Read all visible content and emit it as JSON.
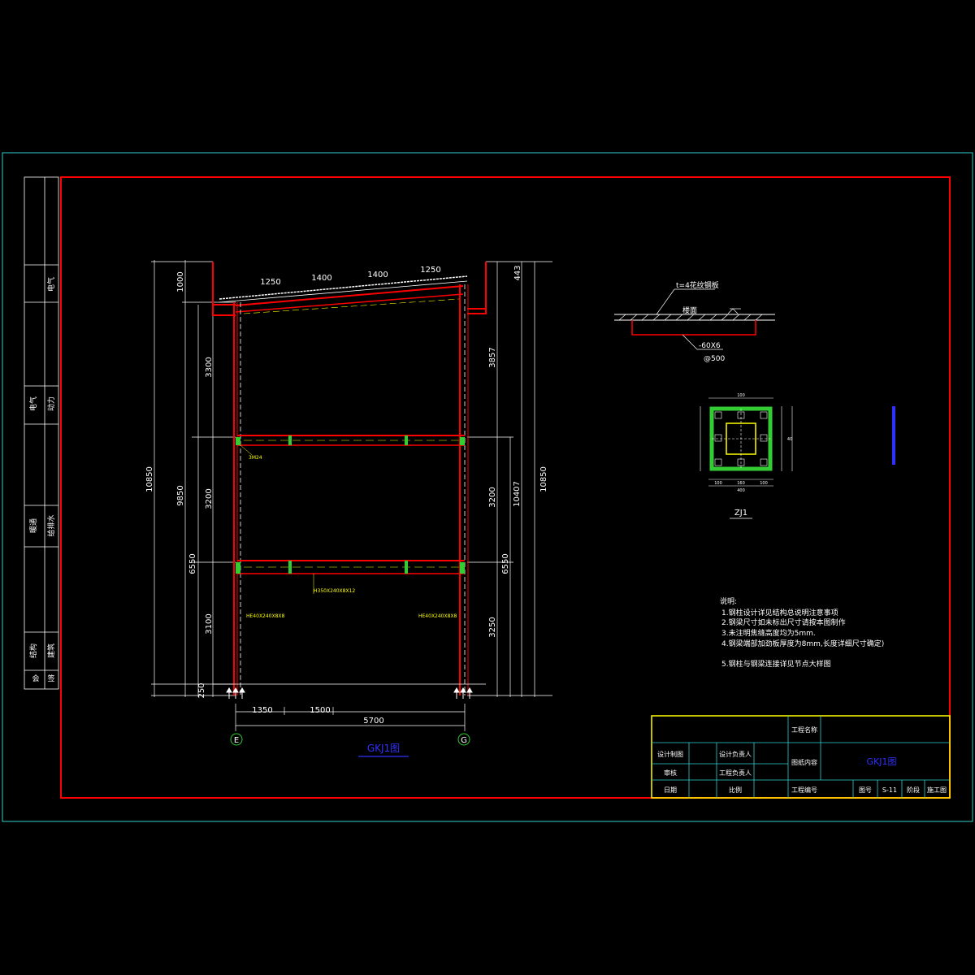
{
  "drawing": {
    "title": "GKJ1图",
    "elevation_dims_top": [
      "1250",
      "1400",
      "1400",
      "1250"
    ],
    "elevation_dims_bottom": [
      "1350",
      "1500",
      "5700"
    ],
    "left_dims": [
      "1000",
      "3300",
      "10850",
      "9850",
      "3200",
      "6550",
      "3100",
      "250"
    ],
    "right_dims": [
      "443",
      "3857",
      "3200",
      "10407",
      "10850",
      "6550",
      "3250"
    ],
    "axes": [
      "E",
      "G"
    ],
    "member_labels": [
      "3M24",
      "H350X240X8X12",
      "HE40X240X8X8",
      "HE40X240X8X8"
    ],
    "detail_top": {
      "label_plate": "t=4花纹钢板",
      "label_floor": "楼面",
      "label_bar": "-60X6",
      "label_spacing": "@500"
    },
    "detail_zj": {
      "title": "ZJ1",
      "dims": [
        "100",
        "100",
        "100",
        "400",
        "160",
        "40"
      ]
    },
    "notes": {
      "heading": "说明:",
      "items": [
        "1.钢柱设计详见结构总说明注意事项",
        "2.钢梁尺寸如未标出尺寸请按本图制作",
        "3.未注明焦缝高度均为5mm.",
        "4.钢梁端部加劲板厚度为8mm,长度详细尺寸确定)",
        "5.钢柱与钢梁连接详见节点大样图"
      ]
    }
  },
  "side_stamp": [
    "电气",
    "动力",
    "电气",
    "给排水",
    "暖通",
    "建筑",
    "结构",
    "会",
    "签"
  ],
  "title_block": {
    "project_label": "工程名称",
    "drawing_content_label": "图纸内容",
    "drawing_name": "GKJ1图",
    "rows": [
      [
        "设计制图",
        "",
        "设计负责人",
        ""
      ],
      [
        "审核",
        "",
        "工程负责人",
        ""
      ],
      [
        "日期",
        "",
        "比例",
        ""
      ]
    ],
    "project_no_label": "工程编号",
    "sheet_no_label": "图号",
    "sheet_no": "S-11",
    "stage_label": "阶段",
    "stage": "施工图"
  },
  "colors": {
    "frame_outer": "#2fd0d0",
    "frame_red": "#ff0000",
    "title_block": "#ffff00",
    "accent_blue": "#3030ff",
    "column_green": "#33cc33"
  }
}
